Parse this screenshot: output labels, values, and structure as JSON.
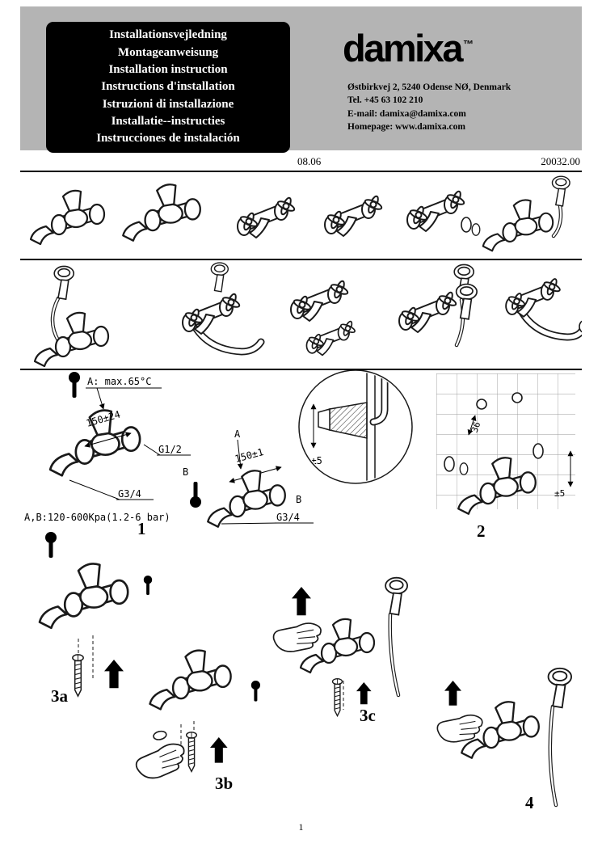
{
  "header": {
    "languages": [
      "Installationsvejledning",
      "Montageanweisung",
      "Installation instruction",
      "Instructions d'installation",
      "Istruzioni di installazione",
      "Installatie--instructies",
      "Instrucciones de instalación"
    ],
    "brand": "damixa",
    "trademark": "™",
    "address_lines": [
      "Østbirkvej 2, 5240 Odense NØ, Denmark",
      "Tel. +45 63 102 210",
      "E-mail: damixa@damixa.com",
      "Homepage: www.damixa.com"
    ]
  },
  "meta": {
    "date": "08.06",
    "doc_number": "20032.00"
  },
  "diagram1": {
    "temp_label": "A: max.65°C",
    "dim_inlets": "150±24",
    "thread_inlet": "G1/2",
    "label_b": "B",
    "thread_outlet": "G3/4",
    "pressure": "A,B:120-600Kpa(1.2-6  bar)",
    "step_number": "1",
    "mid_label_a": "A",
    "mid_dim": "150±1",
    "mid_label_b": "B",
    "mid_thread": "G3/4"
  },
  "diagram2": {
    "inset_dim": "36±5",
    "wall_dim": "36",
    "wall_tolerance": "±5",
    "step_number": "2"
  },
  "steps": {
    "step3a_label": "3a",
    "step3b_label": "3b",
    "step3c_label": "3c",
    "step4_label": "4"
  },
  "footer": {
    "page_number": "1"
  }
}
